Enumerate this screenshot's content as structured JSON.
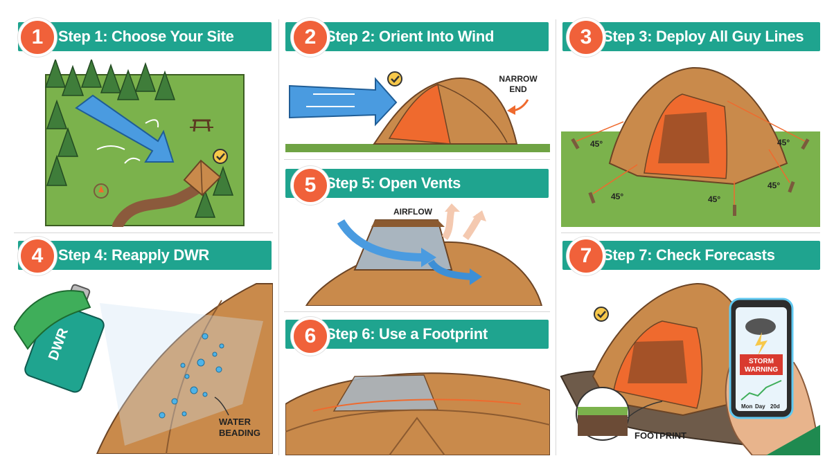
{
  "steps": [
    {
      "number": "1",
      "title": "Step 1: Choose Your Site"
    },
    {
      "number": "2",
      "title": "Step 2: Orient Into Wind"
    },
    {
      "number": "3",
      "title": "Step 3: Deploy All Guy Lines"
    },
    {
      "number": "4",
      "title": "Step 4: Reapply DWR"
    },
    {
      "number": "5",
      "title": "Step 5: Open Vents"
    },
    {
      "number": "6",
      "title": "Step 6: Use a Footprint"
    },
    {
      "number": "7",
      "title": "Step 7: Check Forecasts"
    }
  ],
  "labels": {
    "narrow_end_line1": "NARROW",
    "narrow_end_line2": "END",
    "angle": "45°",
    "airflow": "AIRFLOW",
    "dwr_can": "DWR",
    "water_beading_line1": "WATER",
    "water_beading_line2": "BEADING",
    "storm_line1": "STORM",
    "storm_line2": "WARNING",
    "footprint": "FOOTPRINT",
    "phone_days": [
      "Mon",
      "Day",
      "20d"
    ]
  },
  "colors": {
    "banner": "#1fa48f",
    "badge": "#f0613a",
    "tent": "#c98a4b",
    "tent_accent": "#ef6a2e",
    "grass": "#6fa344",
    "wind": "#3d8fd6"
  },
  "icons": [
    "check-icon",
    "wind-arrow-icon",
    "tree-icon",
    "campfire-icon",
    "picnic-table-icon",
    "tent-icon",
    "stake-icon",
    "spray-can-icon",
    "phone-icon",
    "storm-cloud-icon"
  ]
}
